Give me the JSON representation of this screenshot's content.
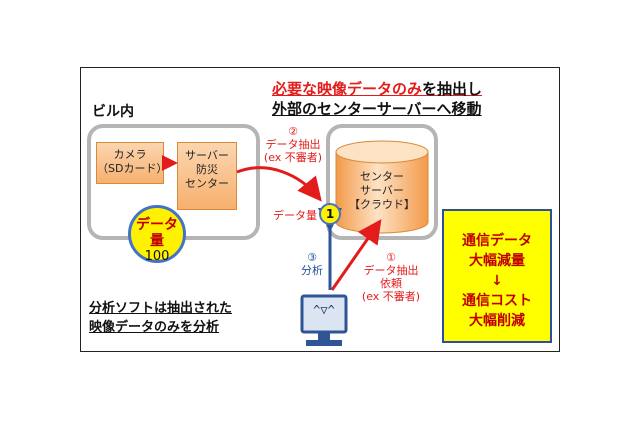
{
  "headline": {
    "line1_red": "必要な映像データのみ",
    "line1_black": "を抽出し",
    "line2": "外部のセンターサーバーへ移動"
  },
  "building": {
    "label": "ビル内",
    "camera": {
      "line1": "カメラ",
      "line2": "（SDカード）"
    },
    "local_server": {
      "line1": "サーバー",
      "line2": "防災",
      "line3": "センター"
    },
    "data_volume": {
      "label": "データ量",
      "value": "100"
    }
  },
  "cloud_server": {
    "line1": "センター",
    "line2": "サーバー",
    "line3": "【クラウド】",
    "badge": "1",
    "badge_label": "データ量"
  },
  "steps": {
    "step2": {
      "num": "②",
      "line1": "データ抽出",
      "line2": "(ex 不審者)"
    },
    "step3": {
      "num": "③",
      "line1": "分析"
    },
    "step1": {
      "num": "①",
      "line1": "データ抽出",
      "line2": "依頼",
      "line3": "(ex 不審者)"
    }
  },
  "terminal": {
    "face": "^▽^"
  },
  "note": {
    "line1": "分析ソフトは抽出された",
    "line2": "映像データのみを分析"
  },
  "summary": {
    "line1": "通信データ",
    "line2": "大幅減量",
    "arrow": "↓",
    "line3": "通信コスト",
    "line4": "大幅削減"
  },
  "colors": {
    "red": "#e31b1b",
    "blue": "#4472c4",
    "yellow": "#fff200",
    "orange": "#f7b06f"
  }
}
